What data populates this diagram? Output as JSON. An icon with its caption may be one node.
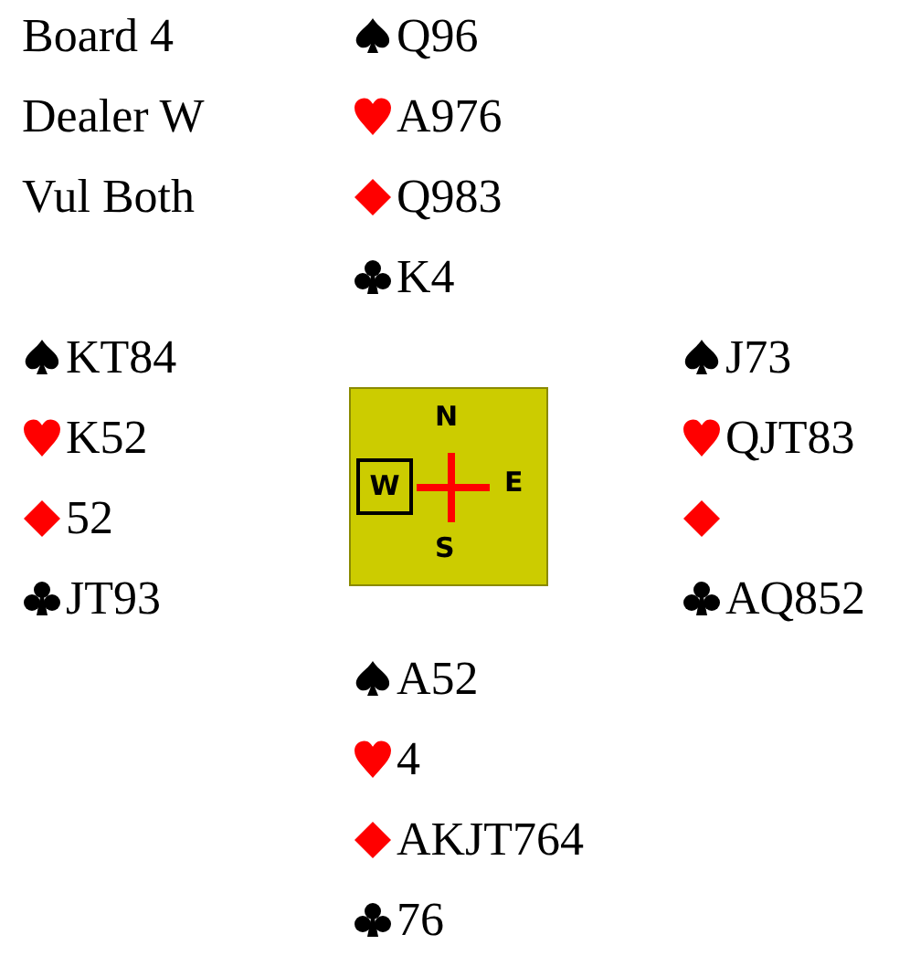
{
  "diagram": {
    "nodes": [
      {
        "text": [
          "N",
          "E",
          "S"
        ]
      },
      {
        "text": [
          "W"
        ],
        "in": 0
      }
    ],
    "edges": [],
    "labels": [
      "Board 4",
      "Dealer W",
      "Vul Both",
      "Q96",
      "A976",
      "Q983",
      "K4",
      "KT84",
      "K52",
      "52",
      "JT93",
      "J73",
      "QJT83",
      "AQ852",
      "A52",
      "4",
      "AKJT764",
      "76"
    ]
  }
}
